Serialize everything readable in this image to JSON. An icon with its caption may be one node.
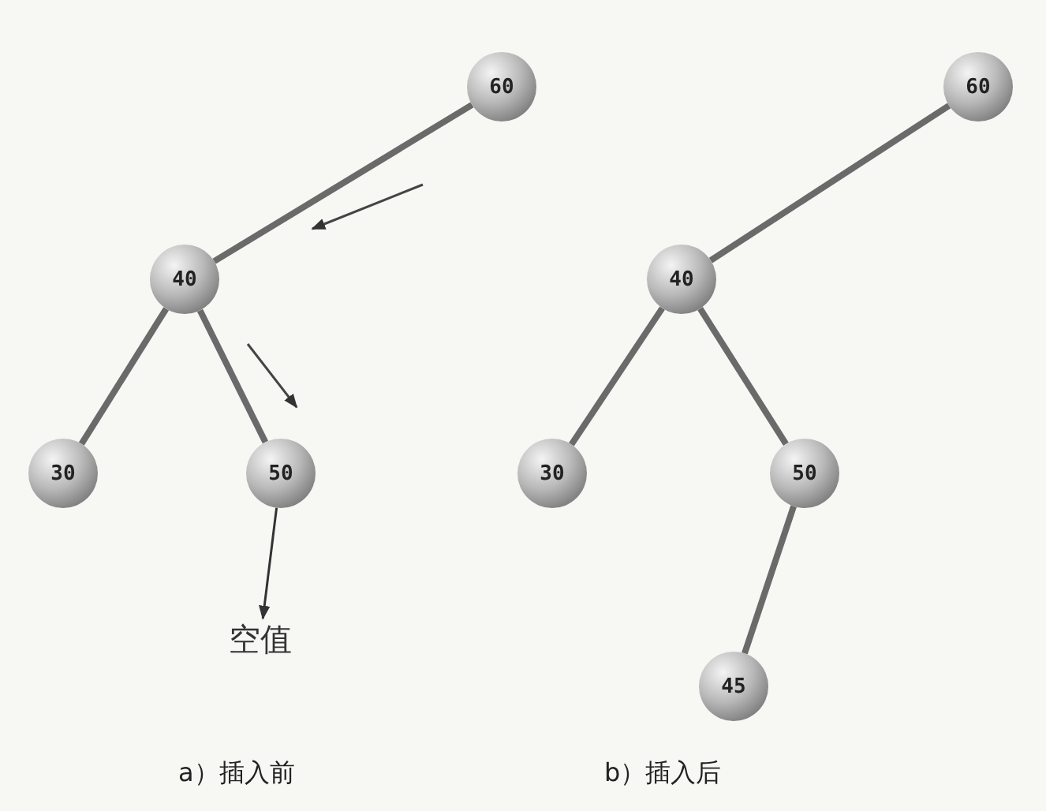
{
  "diagram": {
    "nodes": [
      {
        "text": [
          "60"
        ]
      },
      {
        "text": [
          "40"
        ]
      },
      {
        "text": [
          "30"
        ]
      },
      {
        "text": [
          "50"
        ]
      },
      {
        "text": [
          "空值"
        ]
      },
      {
        "text": [
          "60"
        ]
      },
      {
        "text": [
          "40"
        ]
      },
      {
        "text": [
          "30"
        ]
      },
      {
        "text": [
          "50"
        ]
      },
      {
        "text": [
          "45"
        ]
      }
    ],
    "edges": [
      {
        "from": 0,
        "to": 1,
        "arrow": "none"
      },
      {
        "from": 1,
        "to": 2,
        "arrow": "none"
      },
      {
        "from": 1,
        "to": 3,
        "arrow": "none"
      },
      {
        "from": 3,
        "to": 4,
        "arrow": "to"
      },
      {
        "from": 5,
        "to": 6,
        "arrow": "none"
      },
      {
        "from": 6,
        "to": 7,
        "arrow": "none"
      },
      {
        "from": 6,
        "to": 8,
        "arrow": "none"
      },
      {
        "from": 8,
        "to": 9,
        "arrow": "none"
      }
    ],
    "labels": [
      "a）插入前",
      "b）插入后"
    ]
  }
}
